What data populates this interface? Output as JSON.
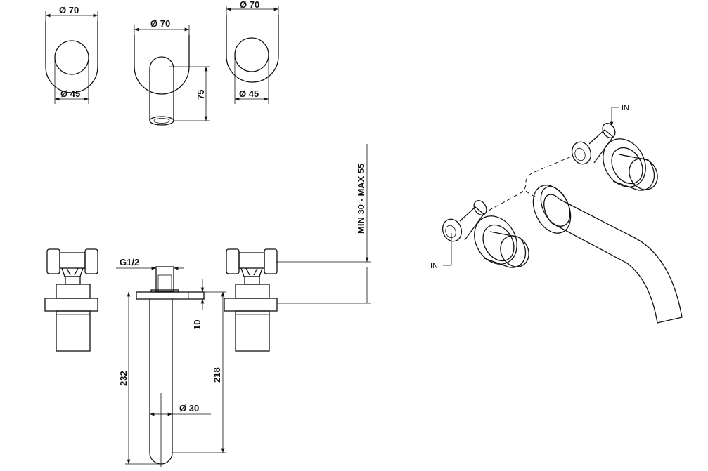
{
  "top_views": {
    "left_handle": {
      "outer_diameter": "Ø 70",
      "inner_diameter": "Ø 45"
    },
    "spout": {
      "flange_diameter": "Ø 70",
      "projection_height": "75"
    },
    "right_handle": {
      "outer_diameter": "Ø 70",
      "inner_diameter": "Ø 45"
    }
  },
  "front_view": {
    "thread": "G1/2",
    "flange_thickness": "10",
    "spout_total_length": "232",
    "spout_length": "218",
    "spout_diameter": "Ø 30",
    "wall_depth": "MIN 30 - MAX 55"
  },
  "iso_view": {
    "inlet_top": "IN",
    "inlet_bottom": "IN"
  },
  "colors": {
    "line": "#111111",
    "background": "#ffffff"
  }
}
